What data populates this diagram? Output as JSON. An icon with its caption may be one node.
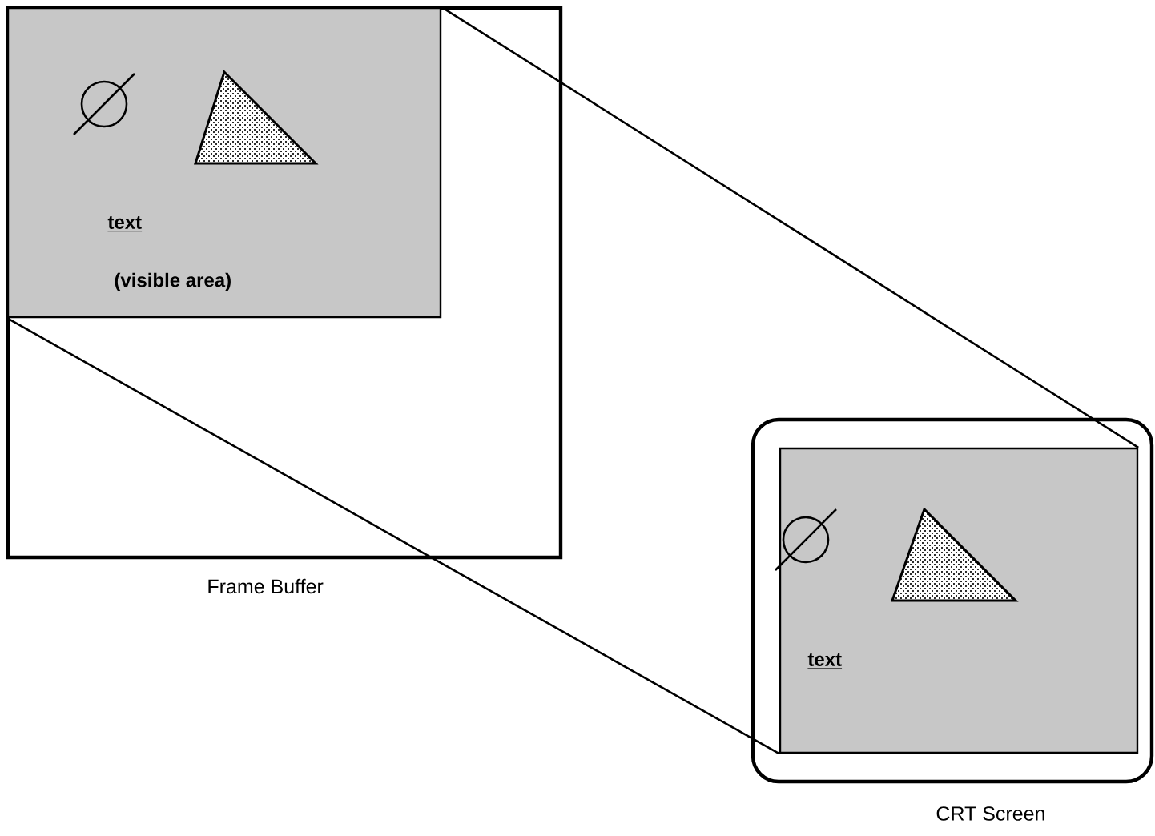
{
  "diagram": {
    "nodes": [
      {
        "text": [
          "Frame Buffer"
        ]
      },
      {
        "text": [
          "text",
          "(visible area)"
        ],
        "in": 0
      },
      {
        "text": [
          "CRT Screen"
        ]
      },
      {
        "text": [
          "text"
        ],
        "in": 2
      }
    ],
    "edges": [
      {
        "from": 1,
        "to": 3,
        "arrow": "none"
      },
      {
        "from": 1,
        "to": 3,
        "arrow": "none"
      }
    ]
  }
}
